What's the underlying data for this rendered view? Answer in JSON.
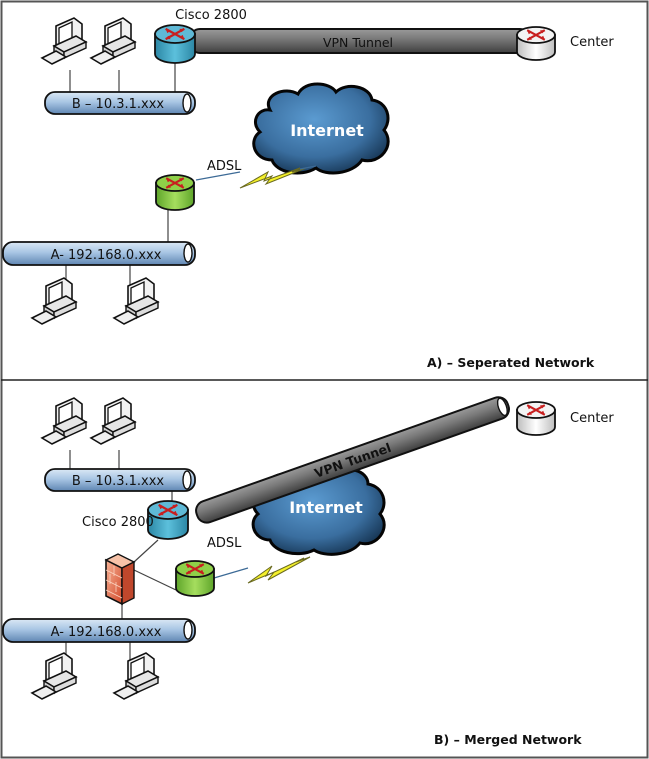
{
  "panels": [
    {
      "id": "A",
      "caption": "A) – Seperated Network",
      "network_b": "B – 10.3.1.xxx",
      "network_a": "A- 192.168.0.xxx",
      "router_label": "Cisco 2800",
      "tunnel_label": "VPN Tunnel",
      "center_label": "Center",
      "cloud_label": "Internet",
      "link_label": "ADSL"
    },
    {
      "id": "B",
      "caption": "B) – Merged Network",
      "network_b": "B – 10.3.1.xxx",
      "network_a": "A- 192.168.0.xxx",
      "router_label": "Cisco 2800",
      "tunnel_label": "VPN Tunnel",
      "center_label": "Center",
      "cloud_label": "Internet",
      "link_label": "ADSL"
    }
  ],
  "icons": {
    "pc": "desktop-computer-icon",
    "router": "router-icon",
    "firewall": "firewall-icon",
    "cloud": "cloud-icon",
    "lightning": "lightning-link-icon"
  },
  "colors": {
    "router_cisco": "#3a9bb8",
    "router_adsl": "#7bc043",
    "router_center": "#e6e6e6",
    "bus": "#9dbcdc",
    "tunnel": "#6d6d6d",
    "cloud": "#3b6e9e",
    "firewall": "#e8734f",
    "lightning": "#f4f02a"
  }
}
